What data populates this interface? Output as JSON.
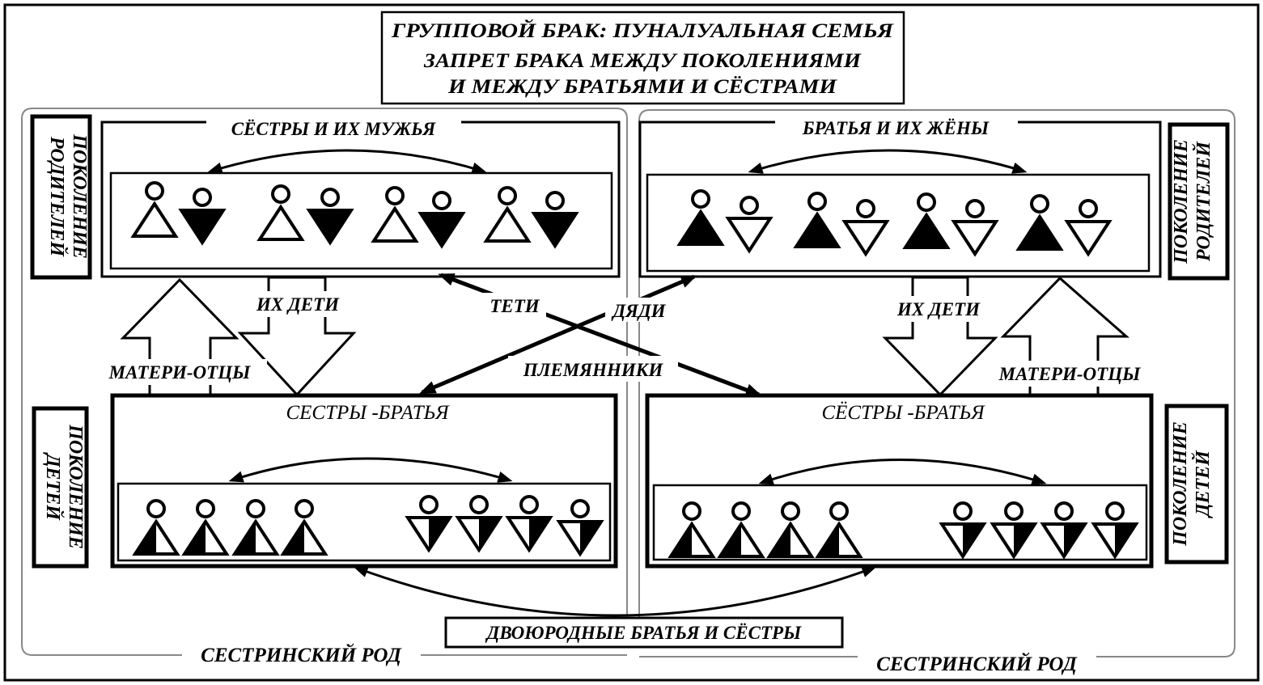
{
  "title": {
    "line1": "ГРУППОВОЙ БРАК:  ПУНАЛУАЛЬНАЯ СЕМЬЯ",
    "line2": "ЗАПРЕТ БРАКА МЕЖДУ ПОКОЛЕНИЯМИ",
    "line3": "И МЕЖДУ БРАТЬЯМИ И СЁСТРАМИ"
  },
  "side_labels": {
    "left_parents": [
      "ПОКОЛЕНИЕ",
      "РОДИТЕЛЕЙ"
    ],
    "left_children": [
      "ПОКОЛЕНИЕ",
      "ДЕТЕЙ"
    ],
    "right_parents": [
      "ПОКОЛЕНИЕ",
      "РОДИТЕЛЕЙ"
    ],
    "right_children": [
      "ПОКОЛЕНИЕ",
      "ДЕТЕЙ"
    ]
  },
  "panels": {
    "left_parents": "СЁСТРЫ И ИХ МУЖЬЯ",
    "right_parents": "БРАТЬЯ И ИХ ЖЁНЫ",
    "left_children": "СЕСТРЫ -БРАТЬЯ",
    "right_children": "СЁСТРЫ -БРАТЬЯ"
  },
  "arrow_labels": {
    "left_their_children": "ИХ ДЕТИ",
    "right_their_children": "ИХ ДЕТИ",
    "left_mothers_fathers": "МАТЕРИ-ОТЦЫ",
    "right_mothers_fathers": "МАТЕРИ-ОТЦЫ",
    "aunts": "ТЕТИ",
    "uncles": "ДЯДИ",
    "nephews": "ПЛЕМЯННИКИ",
    "cousins": "ДВОЮРОДНЫЕ БРАТЬЯ И СЁСТРЫ"
  },
  "clans": {
    "left": "СЕСТРИНСКИЙ РОД",
    "right": "СЕСТРИНСКИЙ РОД"
  },
  "figures": {
    "left_parents": [
      "up-white",
      "down-black",
      "up-white",
      "down-black",
      "up-white",
      "down-black",
      "up-white",
      "down-black"
    ],
    "right_parents": [
      "up-black",
      "down-white",
      "up-black",
      "down-white",
      "up-black",
      "down-white",
      "up-black",
      "down-white"
    ],
    "left_children": [
      "up-half",
      "up-half",
      "up-half",
      "up-half",
      "down-half",
      "down-half",
      "down-half",
      "down-half"
    ],
    "right_children": [
      "up-half",
      "up-half",
      "up-half",
      "up-half",
      "down-half",
      "down-half",
      "down-half",
      "down-half"
    ]
  },
  "colors": {
    "ink": "#000000",
    "clan_border": "#888888",
    "paper": "#ffffff"
  }
}
